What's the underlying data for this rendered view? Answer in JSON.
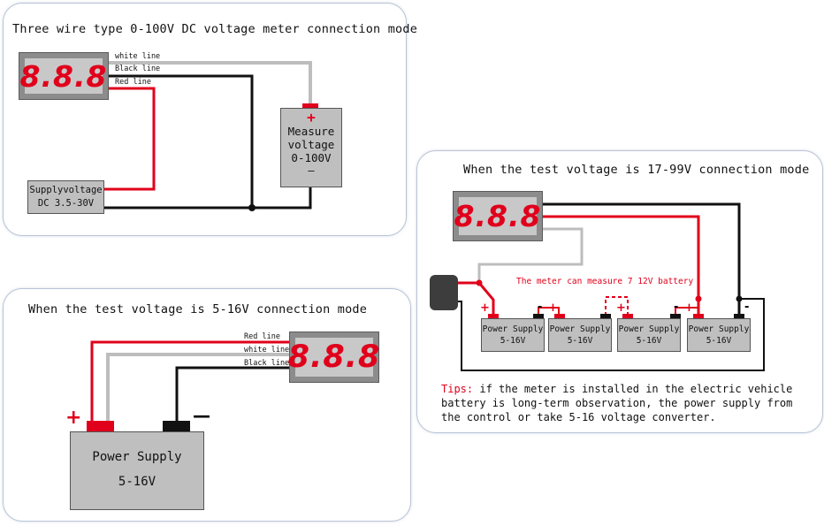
{
  "panel1": {
    "title": "Three wire type 0-100V DC voltage meter connection mode",
    "meter_digits": "8.8.8",
    "wire_labels": [
      "white line",
      "Black line",
      "Red  line"
    ],
    "measure_box": {
      "plus": "+",
      "line1": "Measure",
      "line2": "voltage",
      "line3": "0-100V",
      "minus": "—"
    },
    "supply_box": {
      "line1": "Supplyvoltage",
      "line2": "DC 3.5-30V"
    }
  },
  "panel2": {
    "title": "When the test voltage is 5-16V connection mode",
    "meter_digits": "8.8.8",
    "wire_labels": [
      "Red line",
      "white line",
      "Black line"
    ],
    "plus": "+",
    "minus": "—",
    "supply_box": {
      "line1": "Power Supply",
      "line2": "5-16V"
    }
  },
  "panel3": {
    "title": "When the test voltage is 17-99V connection mode",
    "meter_digits": "8.8.8",
    "note": "The meter can measure 7 12V battery",
    "supply_boxes": [
      {
        "line1": "Power Supply",
        "line2": "5-16V"
      },
      {
        "line1": "Power Supply",
        "line2": "5-16V"
      },
      {
        "line1": "Power Supply",
        "line2": "5-16V"
      },
      {
        "line1": "Power Supply",
        "line2": "5-16V"
      }
    ],
    "plus": "+",
    "minus": "-",
    "tips_label": "Tips:",
    "tips_text": " if the meter is installed in the electric vehicle battery is long-term observation, the power supply from the control or take 5-16 voltage converter."
  },
  "colors": {
    "red_wire": "#e0001b",
    "black_wire": "#111111",
    "white_wire": "#bdbdbd",
    "display_red": "#e0001b",
    "box_gray": "#bfbfbf"
  }
}
